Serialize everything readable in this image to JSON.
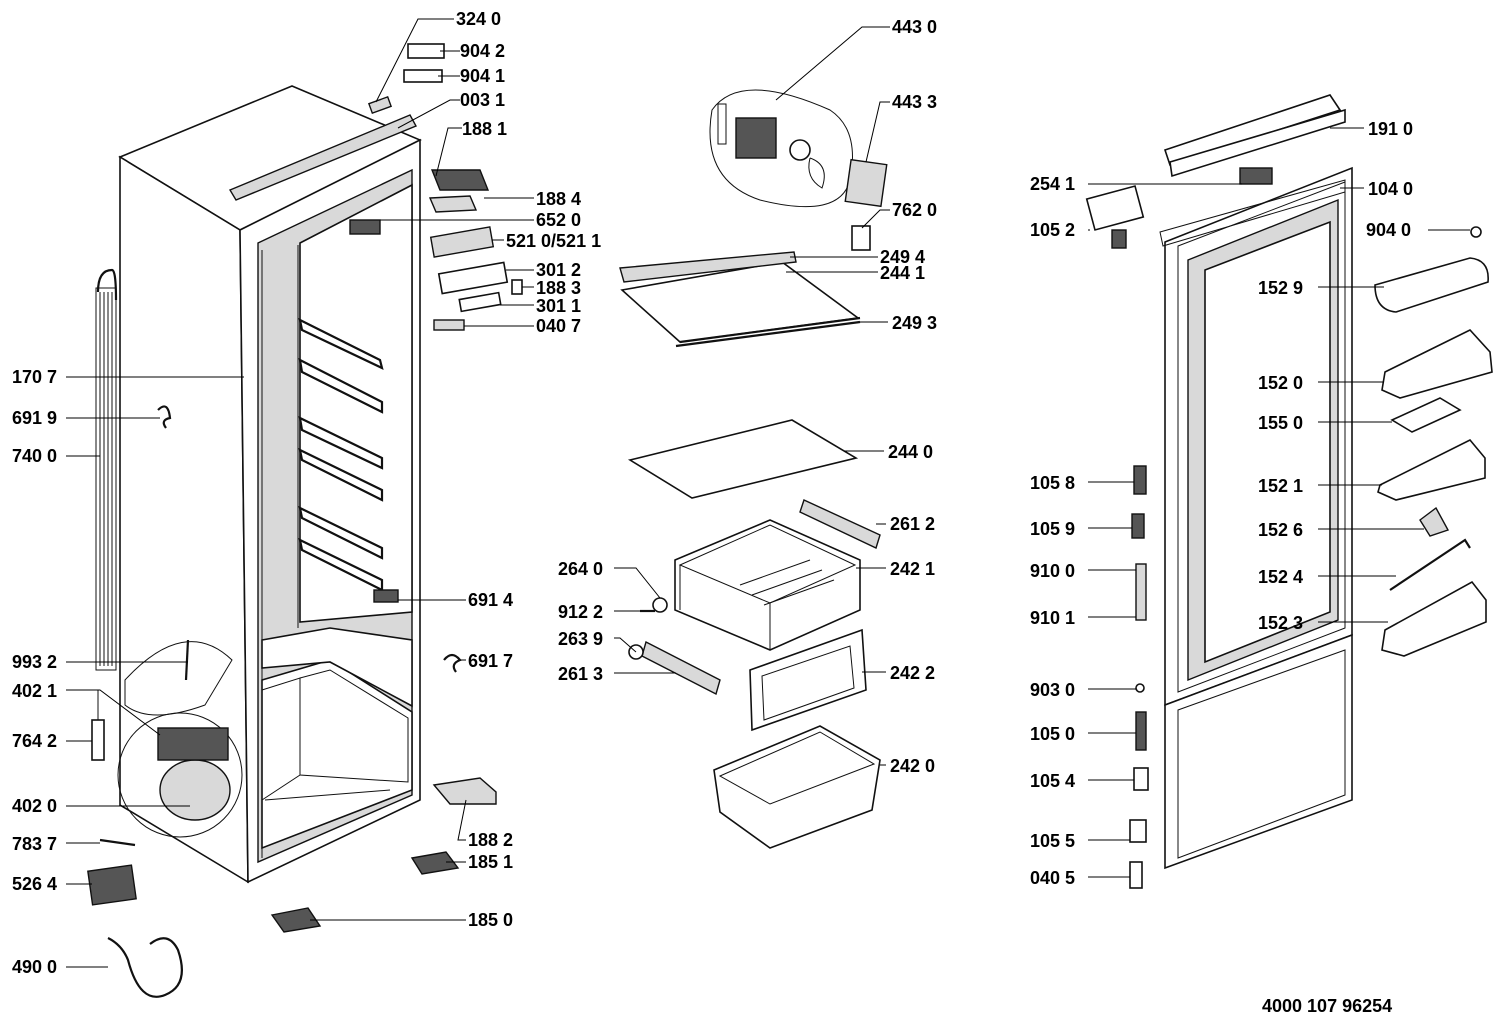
{
  "drawing_number": "4000 107 96254",
  "callouts": {
    "c3240": "324 0",
    "c9042": "904 2",
    "c9041": "904 1",
    "c0031": "003 1",
    "c1881": "188 1",
    "c1884": "188 4",
    "c6520": "652 0",
    "c5210": "521 0/521 1",
    "c3012": "301 2",
    "c1883": "188 3",
    "c3011": "301 1",
    "c0407": "040 7",
    "c1707": "170 7",
    "c6919": "691 9",
    "c7400": "740 0",
    "c6914": "691 4",
    "c6917": "691 7",
    "c9932": "993 2",
    "c4021": "402 1",
    "c7642": "764 2",
    "c4020": "402 0",
    "c7837": "783 7",
    "c5264": "526 4",
    "c4900": "490 0",
    "c1882": "188 2",
    "c1851": "185 1",
    "c1850": "185 0",
    "c4430": "443 0",
    "c4433": "443 3",
    "c7620": "762 0",
    "c2494": "249 4",
    "c2441": "244 1",
    "c2493": "249 3",
    "c2440": "244 0",
    "c2612": "261 2",
    "c2421": "242 1",
    "c2640": "264 0",
    "c9122": "912 2",
    "c2639": "263 9",
    "c2613": "261 3",
    "c2422": "242 2",
    "c2420": "242 0",
    "c1910": "191 0",
    "c2541": "254 1",
    "c1040": "104 0",
    "c1052": "105 2",
    "c9040": "904 0",
    "c1529": "152 9",
    "c1520": "152 0",
    "c1550": "155 0",
    "c1521": "152 1",
    "c1526": "152 6",
    "c1524": "152 4",
    "c1523": "152 3",
    "c1058": "105 8",
    "c1059": "105 9",
    "c9100": "910 0",
    "c9101": "910 1",
    "c9030": "903 0",
    "c1050": "105 0",
    "c1054": "105 4",
    "c1055": "105 5",
    "c0405": "040 5"
  }
}
